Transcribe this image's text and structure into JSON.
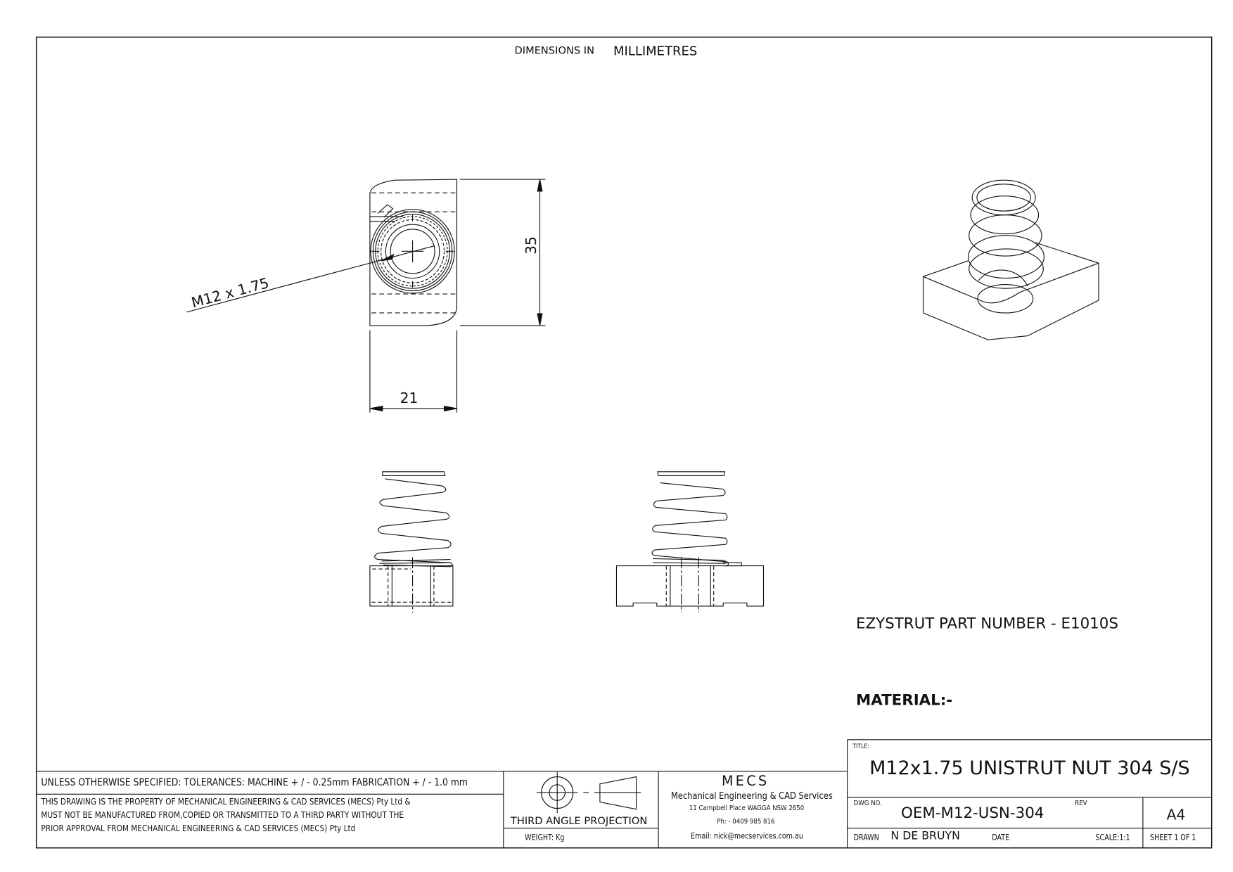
{
  "header": {
    "dimensions_label": "DIMENSIONS IN",
    "units": "MILLIMETRES"
  },
  "views": {
    "thread_callout": "M12 x 1.75",
    "height_dim": "35",
    "width_dim": "21"
  },
  "notes": {
    "part_number": "EZYSTRUT PART NUMBER - E1010S",
    "material": "MATERIAL:-"
  },
  "title_block": {
    "tolerances": "UNLESS OTHERWISE SPECIFIED: TOLERANCES: MACHINE + / - 0.25mm  FABRICATION + / - 1.0 mm",
    "property_lines": [
      "THIS DRAWING IS THE PROPERTY OF MECHANICAL ENGINEERING & CAD SERVICES (MECS) Pty Ltd &",
      "MUST NOT BE MANUFACTURED FROM,COPIED OR TRANSMITTED TO A THIRD PARTY WITHOUT THE",
      "PRIOR APPROVAL FROM MECHANICAL ENGINEERING & CAD SERVICES (MECS) Pty Ltd"
    ],
    "projection": "THIRD ANGLE PROJECTION",
    "weight": "WEIGHT:  Kg",
    "company": {
      "logo": "MECS",
      "name": "Mechanical Engineering & CAD Services",
      "address": "11 Campbell Place WAGGA NSW 2650",
      "phone": "Ph: - 0409 985 816",
      "email": "Email: nick@mecservices.com.au"
    },
    "title_label": "TITLE:",
    "title": "M12x1.75 UNISTRUT NUT 304 S/S",
    "dwg_no_label": "DWG NO.",
    "dwg_no": "OEM-M12-USN-304",
    "rev_label": "REV",
    "size": "A4",
    "drawn_label": "DRAWN",
    "drawn_by": "N DE BRUYN",
    "date_label": "DATE",
    "scale": "SCALE:1:1",
    "sheet": "SHEET 1 OF 1"
  }
}
